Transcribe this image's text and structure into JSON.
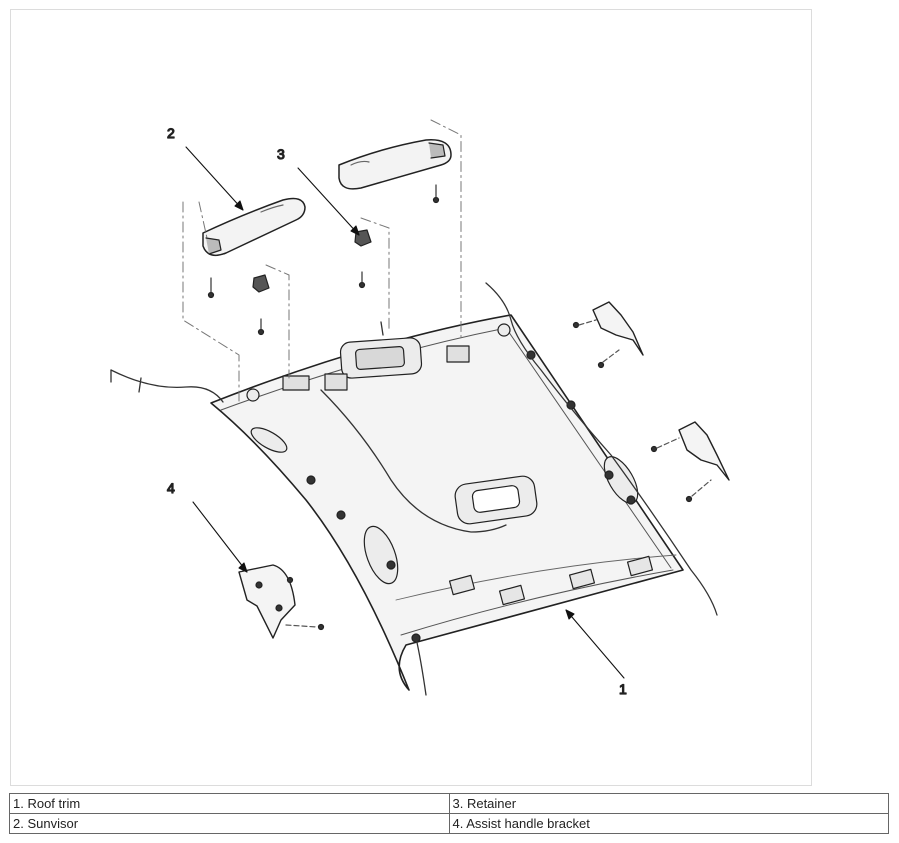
{
  "diagram": {
    "callouts": [
      {
        "id": "callout-1",
        "label": "1"
      },
      {
        "id": "callout-2",
        "label": "2"
      },
      {
        "id": "callout-3",
        "label": "3"
      },
      {
        "id": "callout-4",
        "label": "4"
      }
    ]
  },
  "legend": {
    "rows": [
      [
        "1. Roof trim",
        "3. Retainer"
      ],
      [
        "2. Sunvisor",
        "4. Assist handle bracket"
      ]
    ]
  }
}
